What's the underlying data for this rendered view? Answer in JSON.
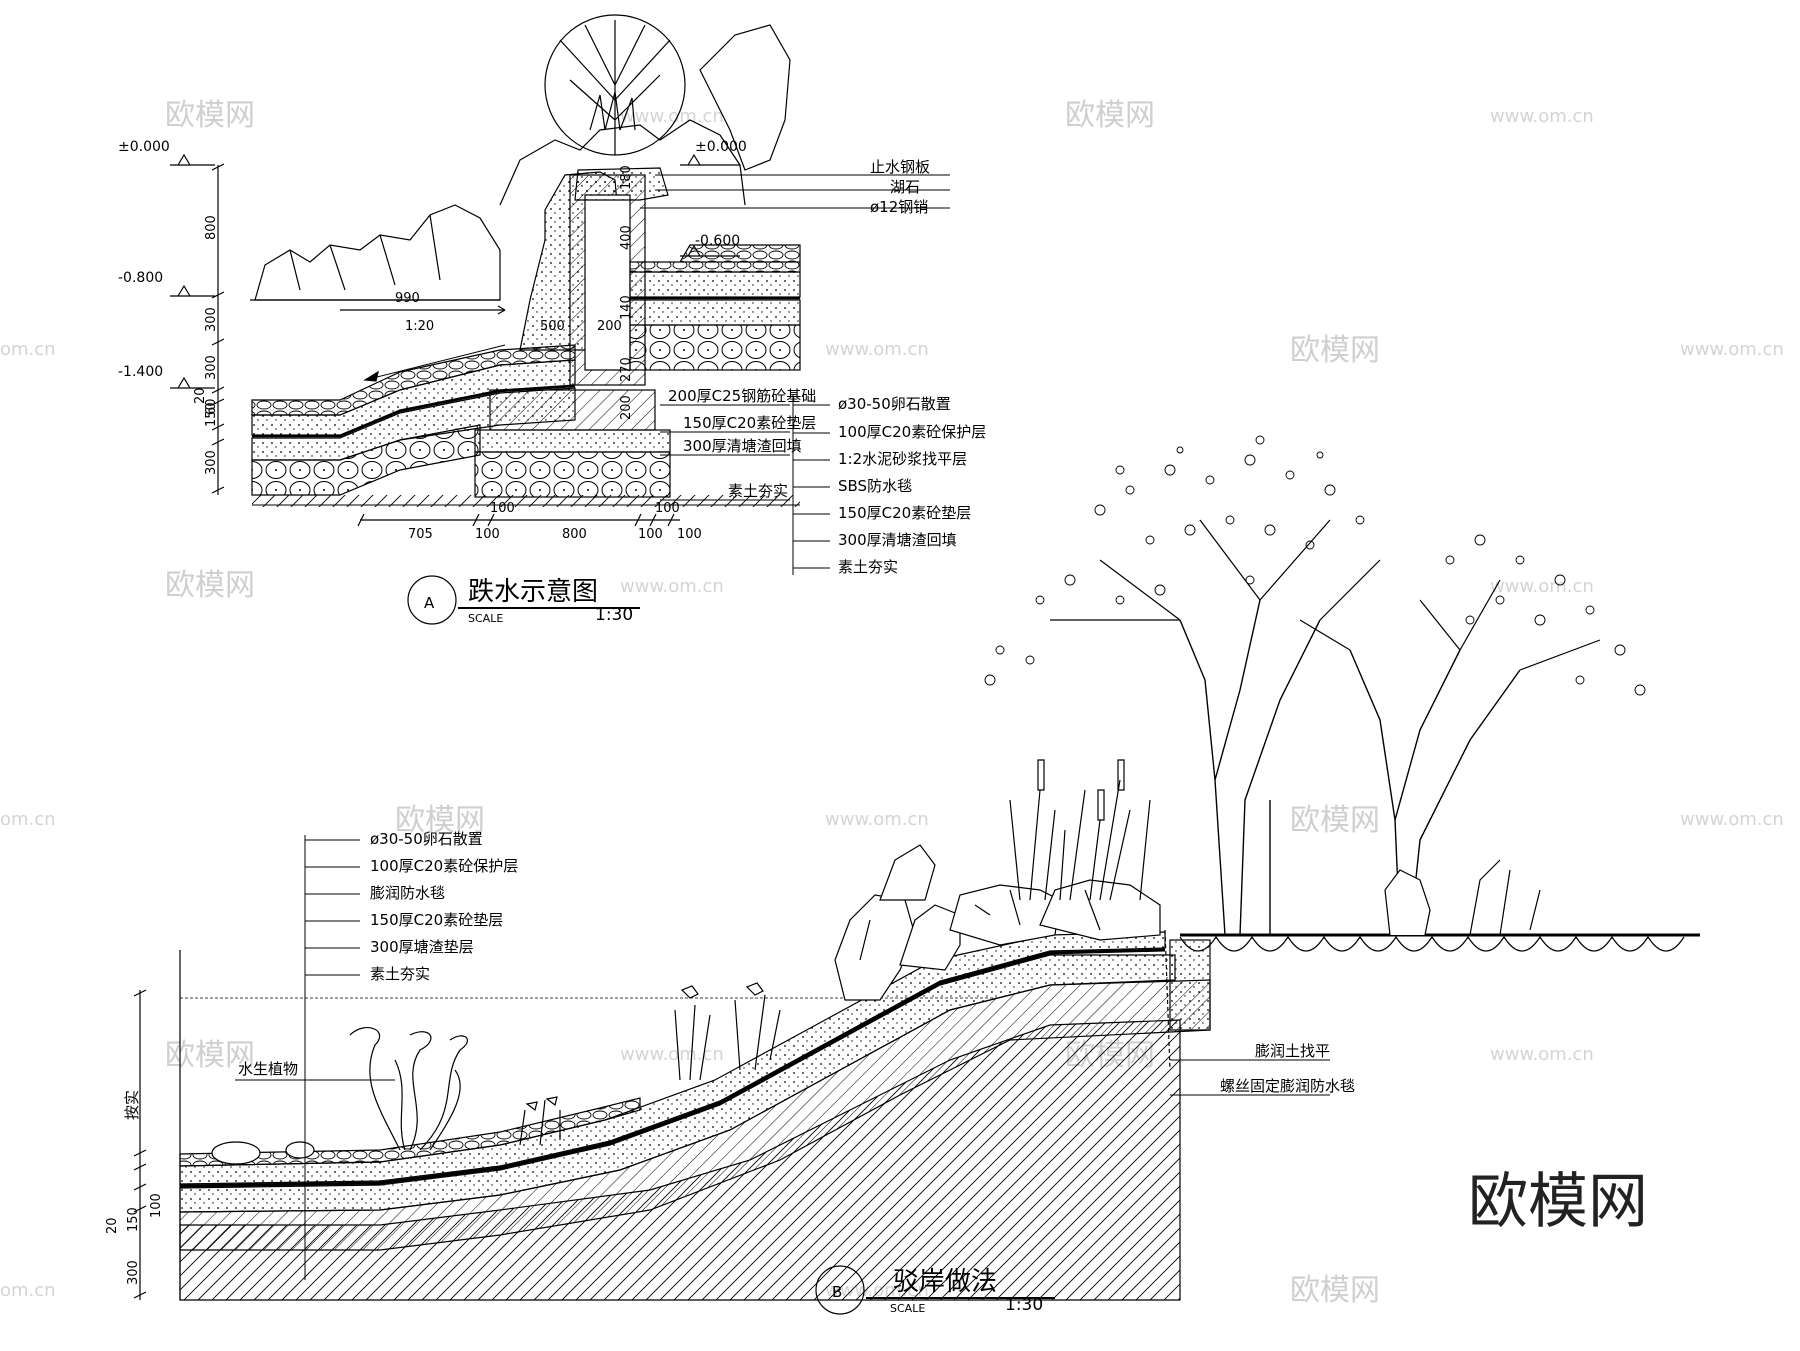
{
  "section_a": {
    "marker": "A",
    "title": "跌水示意图",
    "scale_word": "SCALE",
    "scale_ratio": "1:30",
    "elevations": [
      "±0.000",
      "-0.800",
      "-1.400",
      "±0.000",
      "-0.600"
    ],
    "slope": "1:20",
    "left_dims": [
      "800",
      "300",
      "300",
      "20",
      "150",
      "60",
      "300"
    ],
    "bottom_dims": [
      "705",
      "100",
      "100",
      "800",
      "100",
      "100",
      "100"
    ],
    "inner_dims": [
      "990",
      "500",
      "200",
      "180",
      "400",
      "140",
      "270",
      "200"
    ],
    "labels_right_top": [
      "止水钢板",
      "湖石",
      "ø12钢销"
    ],
    "labels_left_mid": [
      "200厚C25钢筋砼基础",
      "150厚C20素砼垫层",
      "300厚清塘渣回填",
      "素土夯实"
    ],
    "labels_right_list": [
      "ø30-50卵石散置",
      "100厚C20素砼保护层",
      "1:2水泥砂浆找平层",
      "SBS防水毯",
      "150厚C20素砼垫层",
      "300厚清塘渣回填",
      "素土夯实"
    ]
  },
  "section_b": {
    "marker": "B",
    "title": "驳岸做法",
    "scale_word": "SCALE",
    "scale_ratio": "1:30",
    "labels_layers": [
      "ø30-50卵石散置",
      "100厚C20素砼保护层",
      "膨润防水毯",
      "150厚C20素砼垫层",
      "300厚塘渣垫层",
      "素土夯实"
    ],
    "label_plant": "水生植物",
    "label_depth": "按实",
    "left_dims": [
      "20",
      "150",
      "100",
      "300"
    ],
    "labels_right": [
      "膨润土找平",
      "螺丝固定膨润防水毯"
    ]
  },
  "watermarks": {
    "brand": "欧模网",
    "site": "www.om.cn",
    "site_short": "om.cn"
  },
  "colors": {
    "ink": "#000000",
    "watermark": "#cfcfcf",
    "paper": "#ffffff"
  }
}
